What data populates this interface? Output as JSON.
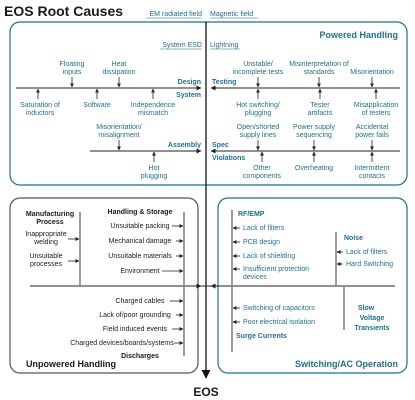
{
  "title": "EOS Root Causes",
  "effect": "EOS",
  "colors": {
    "accent": "#1f6f8b",
    "line": "#222222",
    "box_border": "#1f6f8b",
    "box_border_gray": "#555555"
  },
  "powered": {
    "title": "Powered Handling",
    "top_left": [
      "EM radiated field",
      "System ESD"
    ],
    "top_right": [
      "Magnetic field",
      "Lightning"
    ],
    "design": {
      "label": "Design",
      "causes_above": [
        [
          "Floating",
          "inputs"
        ],
        [
          "Heat",
          "dissipation"
        ]
      ],
      "causes_below": [
        [
          "Saturation of",
          "inductors"
        ],
        [
          "Software"
        ],
        [
          "Independence",
          "mismatch"
        ]
      ]
    },
    "system": {
      "label": "System"
    },
    "testing": {
      "label": "Testing",
      "causes_above": [
        [
          "Unstable/",
          "incomplete tests"
        ],
        [
          "Misinterpretation of",
          "standards"
        ],
        [
          "Misorientation"
        ]
      ],
      "causes_below": [
        [
          "Hot switching/",
          "plugging"
        ],
        [
          "Tester",
          "artifacts"
        ],
        [
          "Misapplication",
          "of testers"
        ]
      ]
    },
    "assembly": {
      "label": "Assembly",
      "causes_above": [
        [
          "Misorientation/",
          "misalignment"
        ]
      ],
      "causes_below": [
        [
          "Hot",
          "plugging"
        ]
      ]
    },
    "spec": {
      "label": "Spec",
      "causes_above": [
        [
          "Open/shorted",
          "supply lines"
        ],
        [
          "Power supply",
          "sequencing"
        ],
        [
          "Accidental",
          "power fails"
        ]
      ]
    },
    "violations": {
      "label": "Violations",
      "causes_below": [
        [
          "Other",
          "components"
        ],
        [
          "Overheating"
        ],
        [
          "Intermittent",
          "contacts"
        ]
      ]
    }
  },
  "unpowered": {
    "title": "Unpowered Handling",
    "manufacturing": {
      "label": [
        "Manufacturing",
        "Process"
      ],
      "causes": [
        [
          "Inappropriate",
          "welding"
        ],
        [
          "Unsuitable",
          "processes"
        ]
      ]
    },
    "handling": {
      "label": "Handling & Storage",
      "causes": [
        "Unsuitable packing",
        "Mechanical damage",
        "Unsuitable materials",
        "Environment"
      ]
    },
    "discharges": {
      "label": "Discharges",
      "causes": [
        "Charged cables",
        "Lack of/poor grounding",
        "Field induced events",
        "Charged devices/boards/systems"
      ]
    }
  },
  "switching": {
    "title": "Switching/AC Operation",
    "rf_emp": {
      "label": "RF/EMP",
      "causes": [
        "Lack of filters",
        "PCB design",
        "Lack of shielding",
        "Insufficient protection",
        "devices"
      ]
    },
    "noise": {
      "label": "Noise",
      "causes": [
        "Lack of filters",
        "Hard Switching"
      ]
    },
    "surge": {
      "label": "Surge Currents",
      "causes": [
        "Switching of capacitors",
        "Poor electrical isolation"
      ]
    },
    "transients": {
      "label": [
        "Slow",
        "Voltage",
        "Transients"
      ]
    }
  }
}
